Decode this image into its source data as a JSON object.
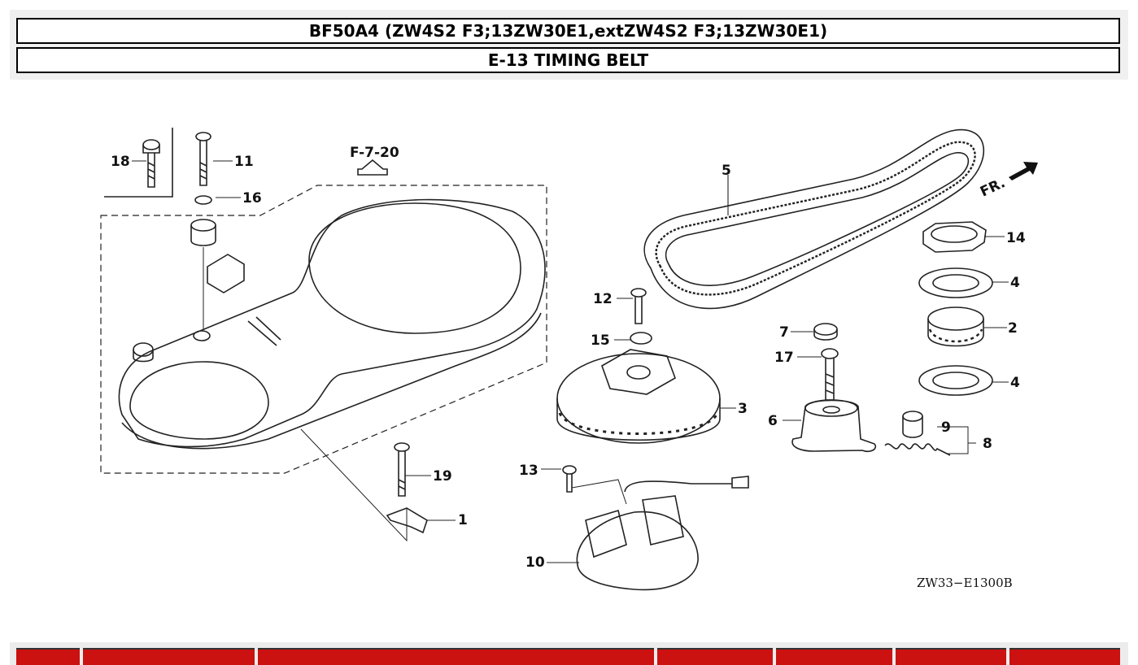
{
  "header": {
    "model": "BF50A4 (ZW4S2 F3;13ZW30E1,extZW4S2 F3;13ZW30E1)",
    "section": "E-13 TIMING BELT"
  },
  "diagram": {
    "reference": "F-7-20",
    "direction_label": "FR.",
    "diagram_code": "ZW33−E1300B",
    "callouts": {
      "c1": "1",
      "c2": "2",
      "c3": "3",
      "c4a": "4",
      "c4b": "4",
      "c5": "5",
      "c6": "6",
      "c7": "7",
      "c8": "8",
      "c9": "9",
      "c10": "10",
      "c11": "11",
      "c12": "12",
      "c13": "13",
      "c14": "14",
      "c15": "15",
      "c16": "16",
      "c17": "17",
      "c18": "18",
      "c19": "19"
    }
  },
  "table": {
    "columns": [
      "",
      "",
      "",
      "",
      "",
      "",
      ""
    ]
  },
  "colors": {
    "table_header": "#cc1111",
    "band": "#f0f0f0"
  }
}
